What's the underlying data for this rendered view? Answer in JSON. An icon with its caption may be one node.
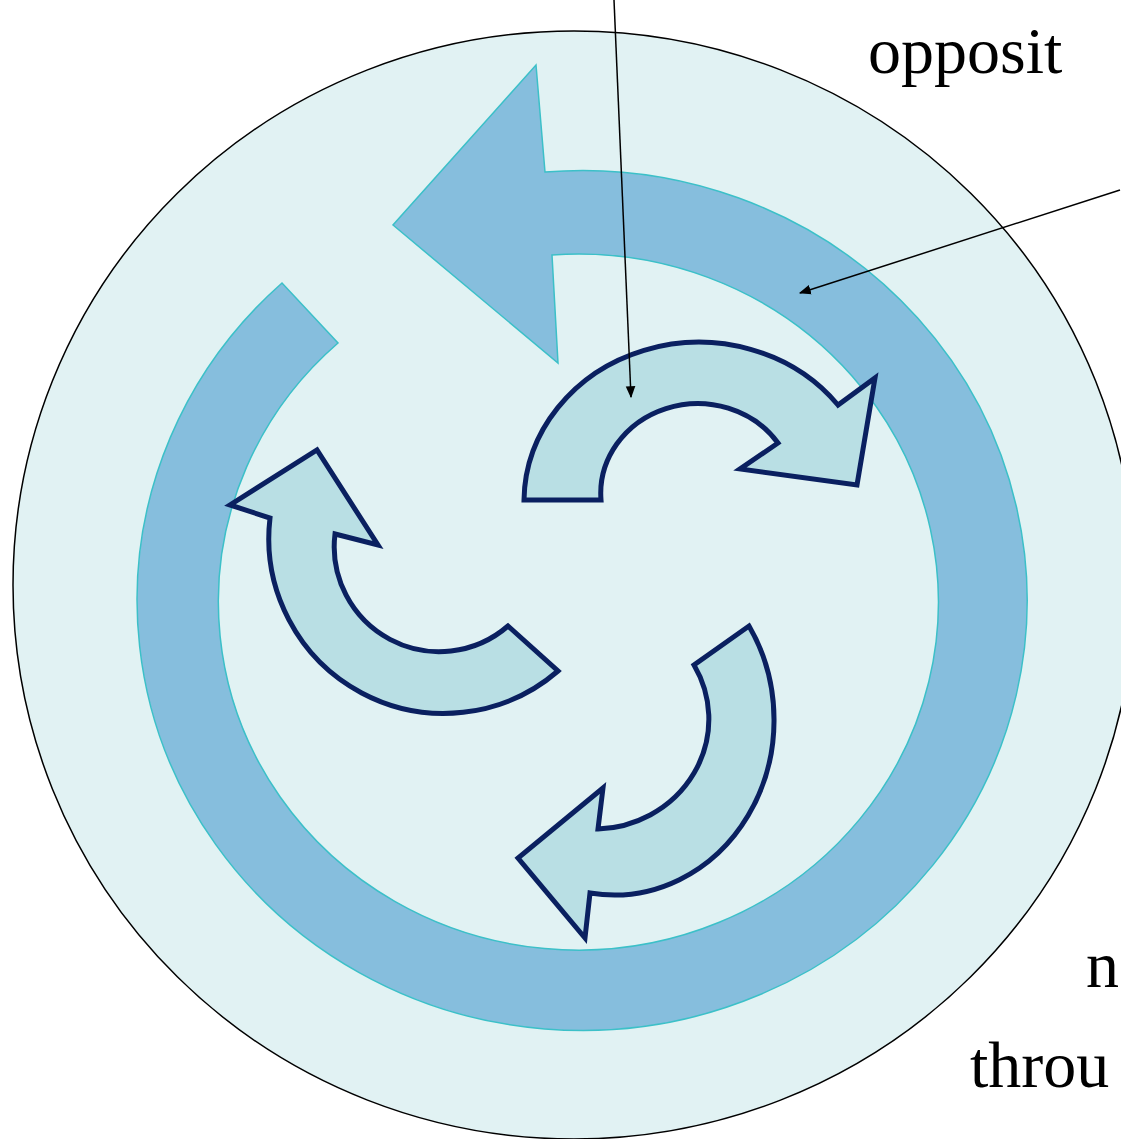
{
  "diagram": {
    "nodes": [
      {
        "text": [],
        "shape": "circle"
      },
      {
        "text": [],
        "shape": "arrow",
        "in": 0
      },
      {
        "text": [],
        "shape": "arrow",
        "in": 0
      },
      {
        "text": [],
        "shape": "arrow",
        "in": 0
      },
      {
        "text": [],
        "shape": "arrow",
        "in": 0
      }
    ],
    "edges": [
      {
        "from": null,
        "to": 2,
        "arrow": "to"
      },
      {
        "from": null,
        "to": 1,
        "arrow": "to"
      }
    ],
    "labels": [
      "opposit",
      "n",
      "throu"
    ]
  }
}
